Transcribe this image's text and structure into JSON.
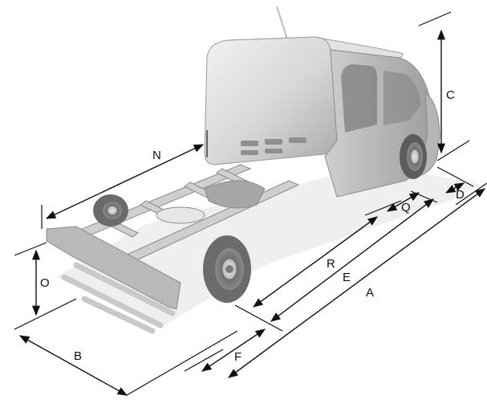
{
  "diagram": {
    "dimension_labels": {
      "A": "A",
      "B": "B",
      "C": "C",
      "D": "D",
      "E": "E",
      "F": "F",
      "N": "N",
      "O": "O",
      "Q": "Q",
      "R": "R"
    }
  },
  "colors": {
    "line": "#111111",
    "vehicle_body": "#d9d9d9",
    "vehicle_shadow": "#8c8c8c",
    "background": "#ffffff"
  }
}
